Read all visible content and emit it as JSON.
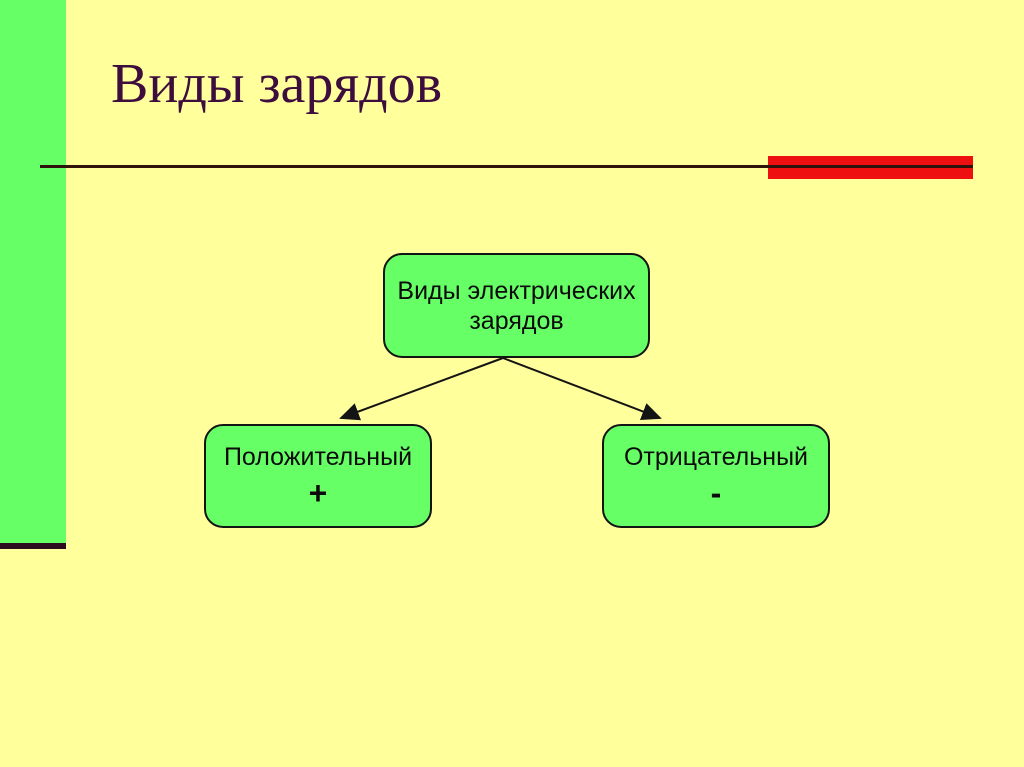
{
  "slide": {
    "title": "Виды зарядов",
    "diagram": {
      "root": {
        "label": "Виды электрических зарядов"
      },
      "children": [
        {
          "label": "Положительный",
          "symbol": "+"
        },
        {
          "label": "Отрицательный",
          "symbol": "-"
        }
      ]
    },
    "colors": {
      "background": "#FFFF9C",
      "accent_green": "#66FF66",
      "accent_red": "#EE1010",
      "title_text": "#3D0E3D",
      "rule_dark": "#30120C",
      "left_bar_underline": "#2D0A1F",
      "node_fill": "#66FF66",
      "node_border": "#141414",
      "node_text": "#0B0B0B"
    }
  }
}
